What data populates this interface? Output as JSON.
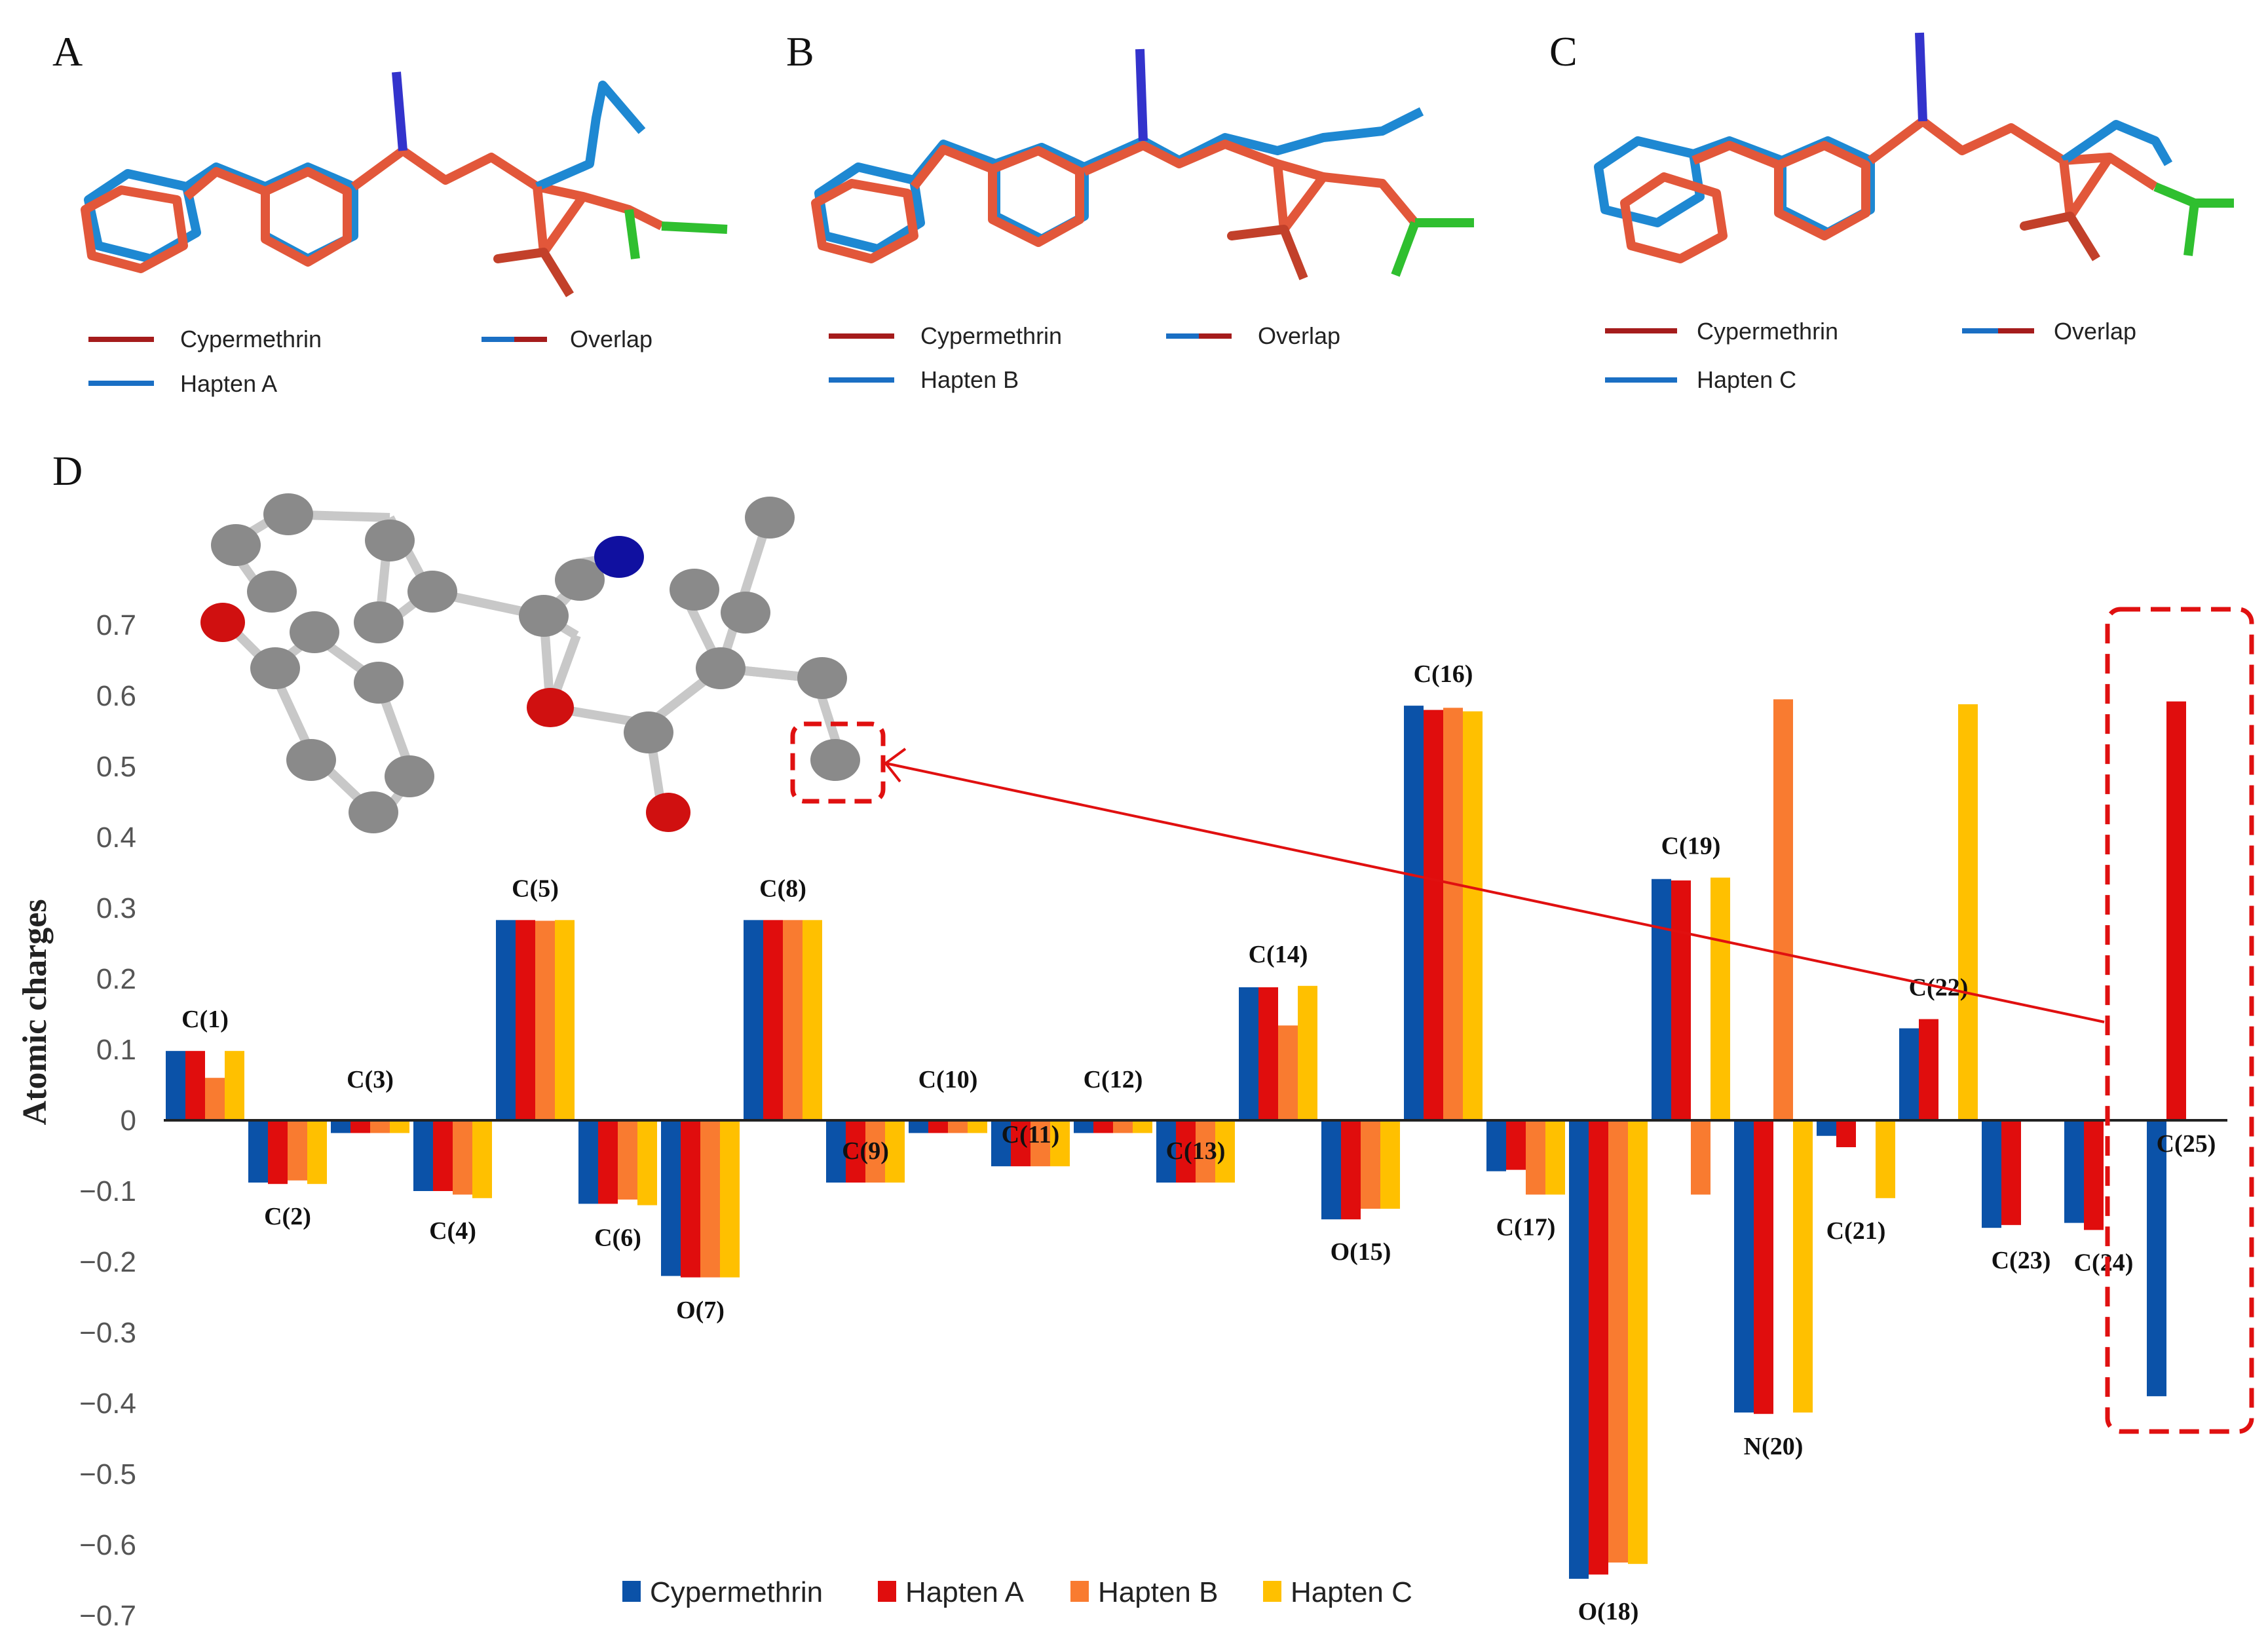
{
  "panels": [
    {
      "letter": "A",
      "legend": [
        {
          "label": "Cypermethrin",
          "kind": "cyp"
        },
        {
          "label": "Overlap",
          "kind": "overlap"
        },
        {
          "label": "Hapten A",
          "kind": "hapten"
        }
      ]
    },
    {
      "letter": "B",
      "legend": [
        {
          "label": "Cypermethrin",
          "kind": "cyp"
        },
        {
          "label": "Overlap",
          "kind": "overlap"
        },
        {
          "label": "Hapten B",
          "kind": "hapten"
        }
      ]
    },
    {
      "letter": "C",
      "legend": [
        {
          "label": "Cypermethrin",
          "kind": "cyp"
        },
        {
          "label": "Overlap",
          "kind": "overlap"
        },
        {
          "label": "Hapten C",
          "kind": "hapten"
        }
      ]
    }
  ],
  "panel_d_letter": "D",
  "colors": {
    "cypermethrin_line": "#a51c1c",
    "hapten_line": "#1a6fc4",
    "molecule_red": "#e2573a",
    "molecule_blue": "#1e88d2",
    "chlorine": "#2fbf2f",
    "nitrogen": "#3333cc",
    "oxygen_cyan": "#22cccc",
    "highlight": "#e01010"
  },
  "chart_data": {
    "type": "bar",
    "ylabel": "Atomic charges",
    "ylim": [
      -0.7,
      0.7
    ],
    "yticks": [
      "0.7",
      "0.6",
      "0.5",
      "0.4",
      "0.3",
      "0.2",
      "0.1",
      "0",
      "−0.1",
      "−0.2",
      "−0.3",
      "−0.4",
      "−0.5",
      "−0.6",
      "−0.7"
    ],
    "ytick_values": [
      0.7,
      0.6,
      0.5,
      0.4,
      0.3,
      0.2,
      0.1,
      0,
      -0.1,
      -0.2,
      -0.3,
      -0.4,
      -0.5,
      -0.6,
      -0.7
    ],
    "categories": [
      "C(1)",
      "C(2)",
      "C(3)",
      "C(4)",
      "C(5)",
      "C(6)",
      "O(7)",
      "C(8)",
      "C(9)",
      "C(10)",
      "C(11)",
      "C(12)",
      "C(13)",
      "C(14)",
      "O(15)",
      "C(16)",
      "C(17)",
      "O(18)",
      "C(19)",
      "N(20)",
      "C(21)",
      "C(22)",
      "C(23)",
      "C(24)",
      "C(25)"
    ],
    "series": [
      {
        "name": "Cypermethrin",
        "color": "#0b52a8",
        "values": [
          0.098,
          -0.088,
          -0.018,
          -0.1,
          0.283,
          -0.118,
          -0.22,
          0.283,
          -0.088,
          -0.018,
          -0.065,
          -0.018,
          -0.088,
          0.188,
          -0.14,
          0.586,
          -0.072,
          -0.648,
          0.341,
          -0.413,
          -0.022,
          0.13,
          -0.152,
          -0.145,
          -0.39
        ]
      },
      {
        "name": "Hapten A",
        "color": "#e00d0d",
        "values": [
          0.098,
          -0.09,
          -0.018,
          -0.1,
          0.283,
          -0.118,
          -0.222,
          0.283,
          -0.088,
          -0.018,
          -0.065,
          -0.018,
          -0.088,
          0.188,
          -0.14,
          0.58,
          -0.07,
          -0.642,
          0.339,
          -0.415,
          -0.038,
          0.143,
          -0.148,
          -0.155,
          0.592
        ]
      },
      {
        "name": "Hapten B",
        "color": "#f97b30",
        "values": [
          0.06,
          -0.085,
          -0.018,
          -0.105,
          0.282,
          -0.112,
          -0.222,
          0.283,
          -0.088,
          -0.018,
          -0.065,
          -0.018,
          -0.088,
          0.134,
          -0.125,
          0.583,
          -0.105,
          -0.625,
          -0.105,
          null,
          null,
          null,
          null,
          null,
          null
        ]
      },
      {
        "name": "Hapten C",
        "color": "#ffc000",
        "values": [
          0.098,
          -0.09,
          -0.018,
          -0.11,
          0.283,
          -0.12,
          -0.222,
          0.283,
          -0.088,
          -0.018,
          -0.065,
          -0.018,
          -0.088,
          0.19,
          -0.125,
          0.578,
          -0.105,
          -0.627,
          0.343,
          -0.413,
          -0.11,
          null,
          null,
          null,
          null
        ]
      }
    ],
    "extra_bars": [
      {
        "series": "Hapten B",
        "category": "N(20)",
        "value": 0.595
      },
      {
        "series": "Hapten C",
        "category": "C(22)",
        "value": 0.588
      }
    ],
    "legend_position": "bottom",
    "grid": false
  },
  "molecule_atoms": [
    "C(1)",
    "C(2)",
    "C(3)",
    "C(4)",
    "C(5)",
    "C(6)",
    "O(7)",
    "C(8)",
    "C(9)",
    "C(10)",
    "C(11)",
    "C(12)",
    "C(13)",
    "C(14)",
    "O(15)",
    "C(16)",
    "C(17)",
    "O(18)",
    "C(19)",
    "N(20)",
    "C(21)",
    "C(22)",
    "C(23)",
    "C(24)",
    "C(25)"
  ]
}
